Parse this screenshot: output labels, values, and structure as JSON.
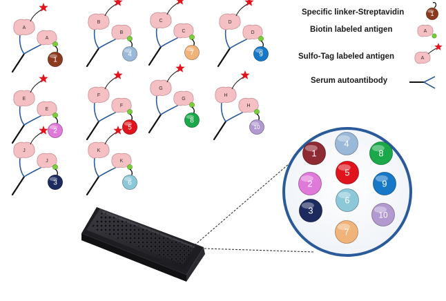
{
  "legend": {
    "items": [
      {
        "label": "Specific linker-Streptavidin",
        "bead_text": "1"
      },
      {
        "label": "Biotin labeled antigen",
        "antigen_letter": "A"
      },
      {
        "label": "Sulfo-Tag labeled antigen",
        "antigen_letter": "A"
      },
      {
        "label": "Serum autoantibody"
      }
    ]
  },
  "complexes": [
    {
      "letter": "A",
      "bead": "1"
    },
    {
      "letter": "B",
      "bead": "4"
    },
    {
      "letter": "C",
      "bead": "7"
    },
    {
      "letter": "D",
      "bead": "9"
    },
    {
      "letter": "E",
      "bead": "2"
    },
    {
      "letter": "F",
      "bead": "5"
    },
    {
      "letter": "G",
      "bead": "8"
    },
    {
      "letter": "H",
      "bead": "10"
    },
    {
      "letter": "J",
      "bead": "3"
    },
    {
      "letter": "K",
      "bead": "6"
    }
  ],
  "well_beads": [
    "1",
    "4",
    "8",
    "2",
    "5",
    "9",
    "3",
    "6",
    "10",
    "7"
  ],
  "colors": {
    "1": "#8b3a1e",
    "2": "#e07ad8",
    "3": "#1d2a5e",
    "4": "#9ab8d8",
    "5": "#e0141c",
    "6": "#8cc8d8",
    "7": "#f0b47a",
    "8": "#1aa84a",
    "9": "#1878c8",
    "10": "#b29ad0",
    "well_1": "#8e2a34",
    "antigen": "#f4c0c4",
    "antibody": "#2a5a9a",
    "star": "#e0141c",
    "linker_green": "#7ccc3c"
  }
}
